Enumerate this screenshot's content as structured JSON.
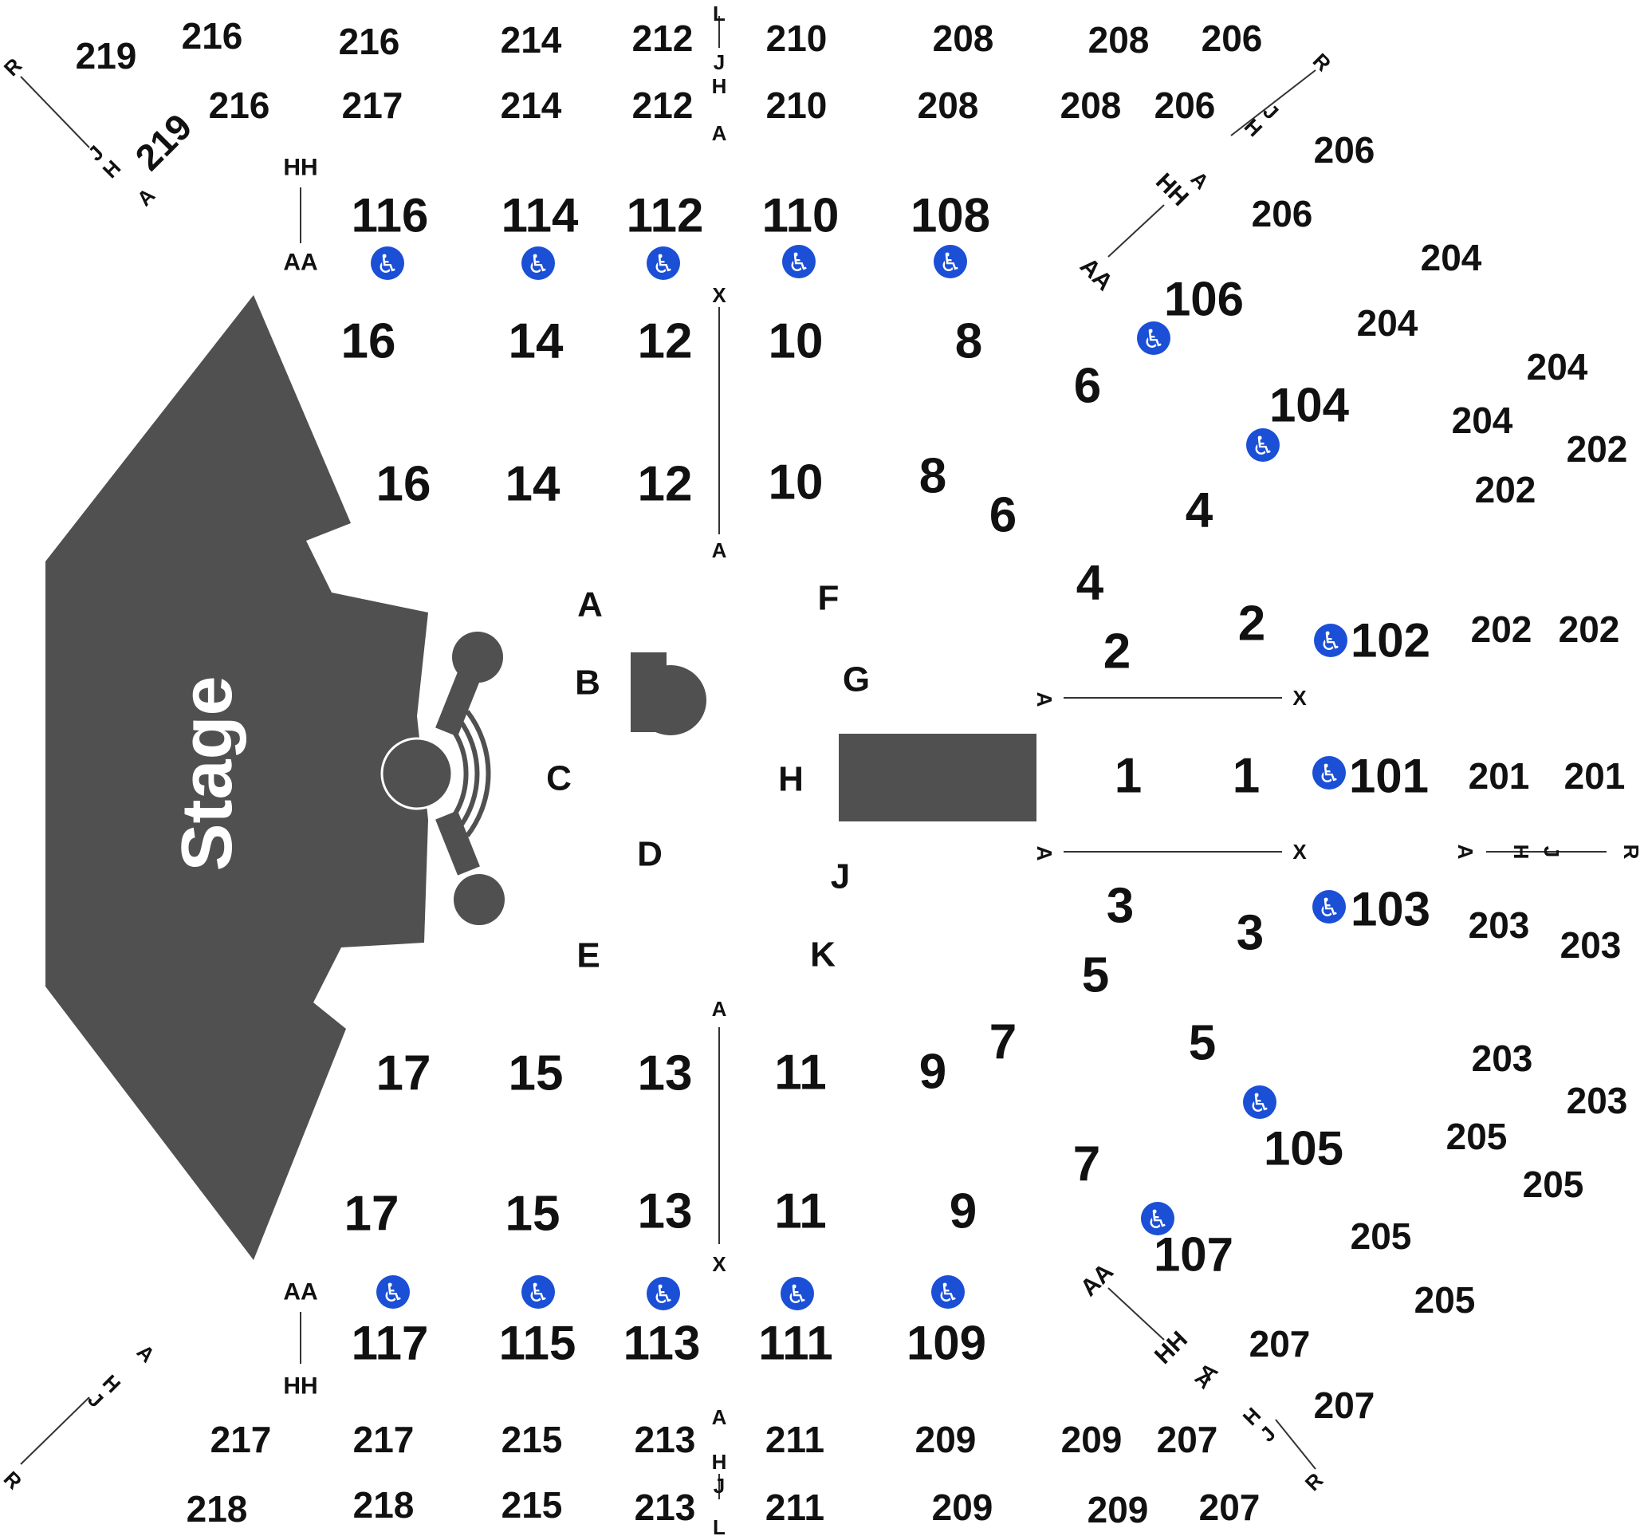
{
  "stage_label": "Stage",
  "floor_sections": [
    "A",
    "B",
    "C",
    "D",
    "E",
    "F",
    "G",
    "H",
    "J",
    "K"
  ],
  "floor_numbers": [
    "1",
    "1",
    "2",
    "2",
    "3",
    "3",
    "4",
    "4",
    "5",
    "5",
    "6",
    "6",
    "7",
    "7",
    "8",
    "8",
    "9",
    "9",
    "10",
    "10",
    "11",
    "11",
    "12",
    "12",
    "13",
    "13",
    "14",
    "14",
    "15",
    "15",
    "16",
    "16",
    "17",
    "17"
  ],
  "lower_sections": [
    "101",
    "102",
    "103",
    "104",
    "105",
    "106",
    "107",
    "108",
    "109",
    "110",
    "111",
    "112",
    "113",
    "114",
    "115",
    "116",
    "117"
  ],
  "upper_sections": [
    "201",
    "201",
    "202",
    "202",
    "202",
    "202",
    "203",
    "203",
    "203",
    "203",
    "204",
    "204",
    "204",
    "204",
    "205",
    "205",
    "205",
    "205",
    "206",
    "206",
    "206",
    "206",
    "207",
    "207",
    "207",
    "207",
    "208",
    "208",
    "208",
    "208",
    "209",
    "209",
    "209",
    "209",
    "210",
    "210",
    "211",
    "211",
    "212",
    "212",
    "213",
    "213",
    "214",
    "214",
    "215",
    "215",
    "216",
    "216",
    "216",
    "217",
    "217",
    "217",
    "218",
    "218",
    "219",
    "219"
  ],
  "row_labels": [
    "L",
    "J",
    "H",
    "A",
    "X",
    "A",
    "X",
    "A",
    "A",
    "X",
    "A",
    "X",
    "A",
    "H",
    "J",
    "L",
    "HH",
    "AA",
    "AA",
    "HH",
    "R",
    "J",
    "H",
    "A",
    "A",
    "H",
    "J",
    "R",
    "R",
    "J",
    "H",
    "A",
    "AA",
    "HH",
    "A",
    "H",
    "J",
    "R",
    "A",
    "H",
    "J",
    "R",
    "A",
    "HH",
    "AA"
  ],
  "accessibility_icon": "wheelchair-icon",
  "wheelchair_count": 17,
  "colors": {
    "shape": "#505050",
    "accessible": "#1a4fd6",
    "text": "#111111",
    "background": "#ffffff"
  }
}
